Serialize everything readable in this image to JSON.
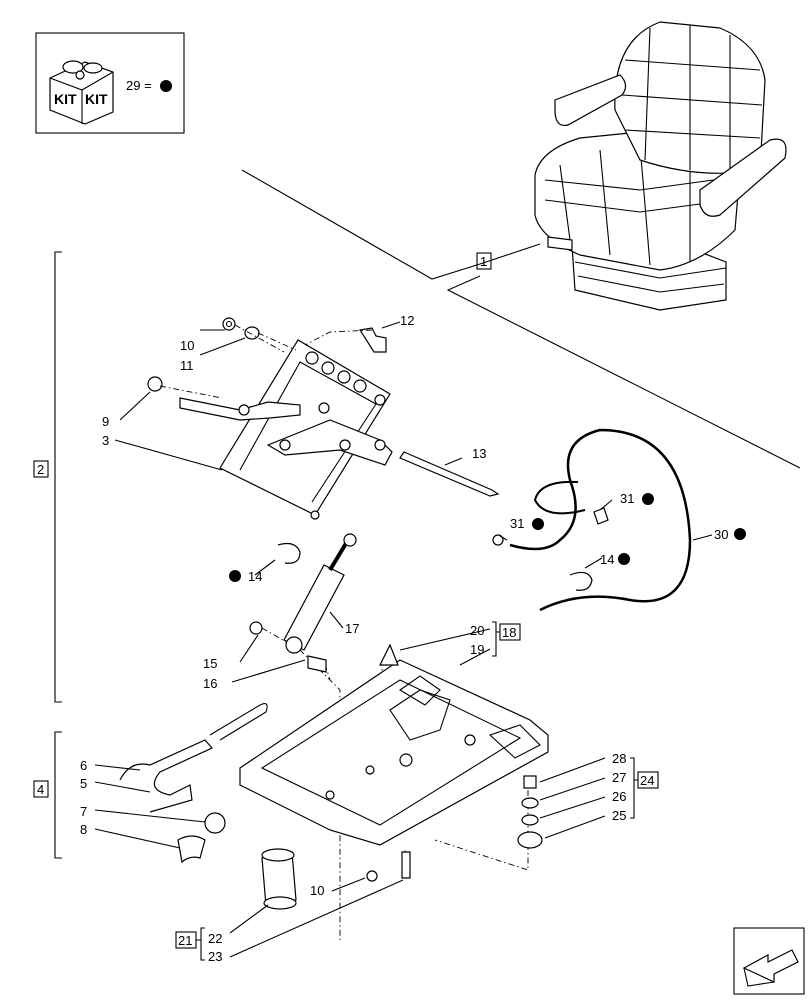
{
  "kit_box": {
    "icon_text_1": "KIT",
    "icon_text_2": "KIT",
    "legend": "29 ="
  },
  "callouts": {
    "c1": "1",
    "c2": "2",
    "c3": "3",
    "c4": "4",
    "c5": "5",
    "c6": "6",
    "c7": "7",
    "c8": "8",
    "c9": "9",
    "c10a": "10",
    "c10b": "10",
    "c11": "11",
    "c12": "12",
    "c13": "13",
    "c14a": "14",
    "c14b": "14",
    "c15": "15",
    "c16": "16",
    "c17": "17",
    "c18": "18",
    "c19": "19",
    "c20": "20",
    "c21": "21",
    "c22": "22",
    "c23": "23",
    "c24": "24",
    "c25": "25",
    "c26": "26",
    "c27": "27",
    "c28": "28",
    "c30": "30",
    "c31a": "31",
    "c31b": "31"
  },
  "colors": {
    "ink": "#000000",
    "background": "#ffffff"
  }
}
